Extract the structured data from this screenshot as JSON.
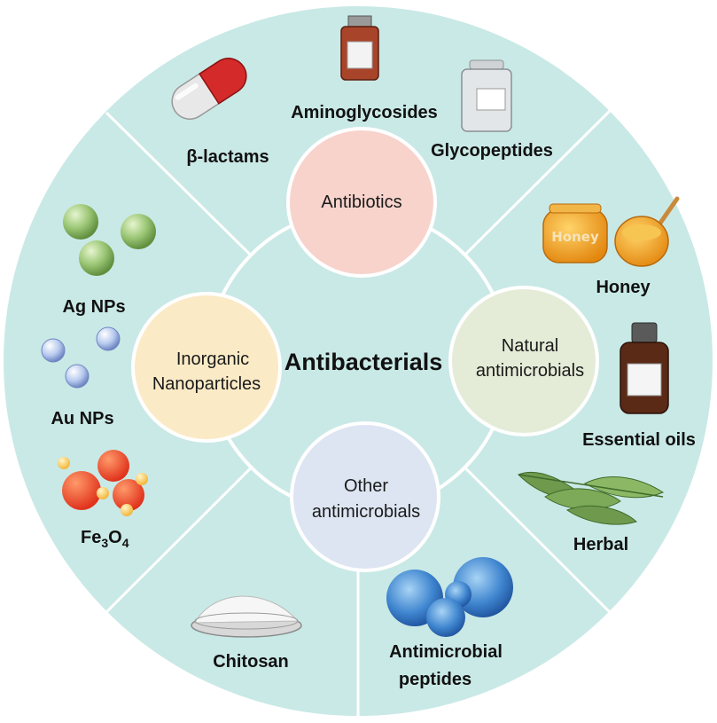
{
  "center": {
    "title": "Antibacterials"
  },
  "categories": {
    "antibiotics": {
      "label": "Antibiotics",
      "color": "#f7d3cc"
    },
    "natural": {
      "line1": "Natural",
      "line2": "antimicrobials",
      "color": "#e4ecd7"
    },
    "other": {
      "line1": "Other",
      "line2": "antimicrobials",
      "color": "#dde5f2"
    },
    "inorganic": {
      "line1": "Inorganic",
      "line2": "Nanoparticles",
      "color": "#fbeac6"
    }
  },
  "items": {
    "beta_lactams": "β-lactams",
    "aminoglycosides": "Aminoglycosides",
    "glycopeptides": "Glycopeptides",
    "honey": "Honey",
    "honey_jar_text": "Honey",
    "essential_oils": "Essential oils",
    "herbal": "Herbal",
    "amp_line1": "Antimicrobial",
    "amp_line2": "peptides",
    "chitosan": "Chitosan",
    "ag_nps": "Ag NPs",
    "au_nps": "Au NPs",
    "fe3o4_main": "Fe",
    "fe3o4_sub1": "3",
    "fe3o4_o": "O",
    "fe3o4_sub2": "4"
  },
  "colors": {
    "outer_ring": "#c9e9e6",
    "divider": "#ffffff"
  }
}
